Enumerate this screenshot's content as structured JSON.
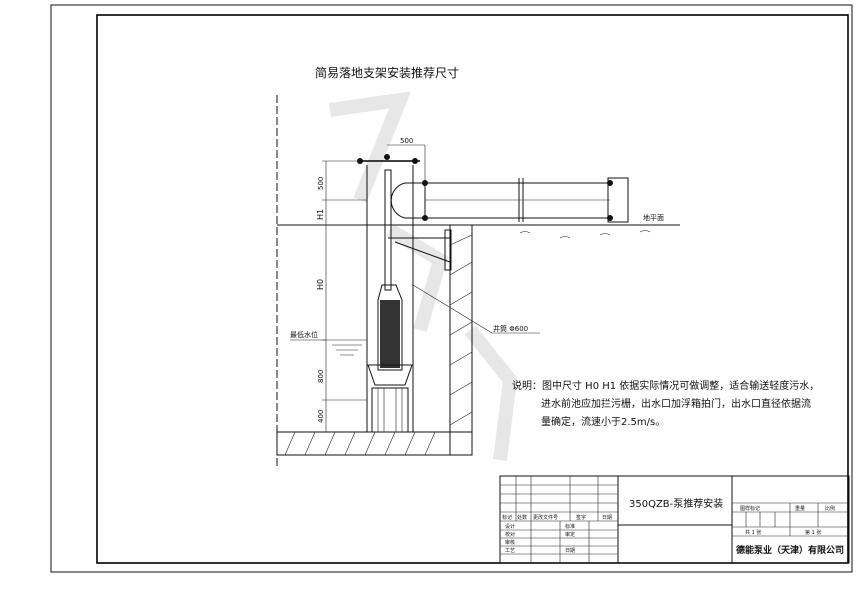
{
  "drawing": {
    "title": "简易落地支架安装推荐尺寸",
    "dim_500_top": "500",
    "dim_500_side": "500",
    "dim_h1": "H1",
    "dim_h0": "H0",
    "dim_800": "800",
    "dim_400": "400",
    "ground_label": "地平面",
    "min_water_label": "最低水位",
    "well_label": "井筒 Φ600",
    "note_line1": "说明：图中尺寸 H0 H1 依据实际情况可做调整，适合输送轻度污水，",
    "note_line2": "进水前池应加拦污栅，出水口加浮箱拍门，出水口直径依据流",
    "note_line3": "量确定，流速小于2.5m/s。"
  },
  "title_block": {
    "drawing_name": "350QZB-泵推荐安装",
    "company": "德能泵业（天津）有限公司",
    "rev_headers": [
      "标记",
      "处数",
      "更改文件号",
      "签字",
      "日期"
    ],
    "roles": [
      "设计",
      "校对",
      "审核",
      "工艺"
    ],
    "roles2": [
      "标准",
      "审定",
      "",
      "日期"
    ],
    "right_headers": [
      "图样标记",
      "重量",
      "比例"
    ],
    "sheet_total": "共 1 张",
    "sheet_no": "第 1 张"
  }
}
